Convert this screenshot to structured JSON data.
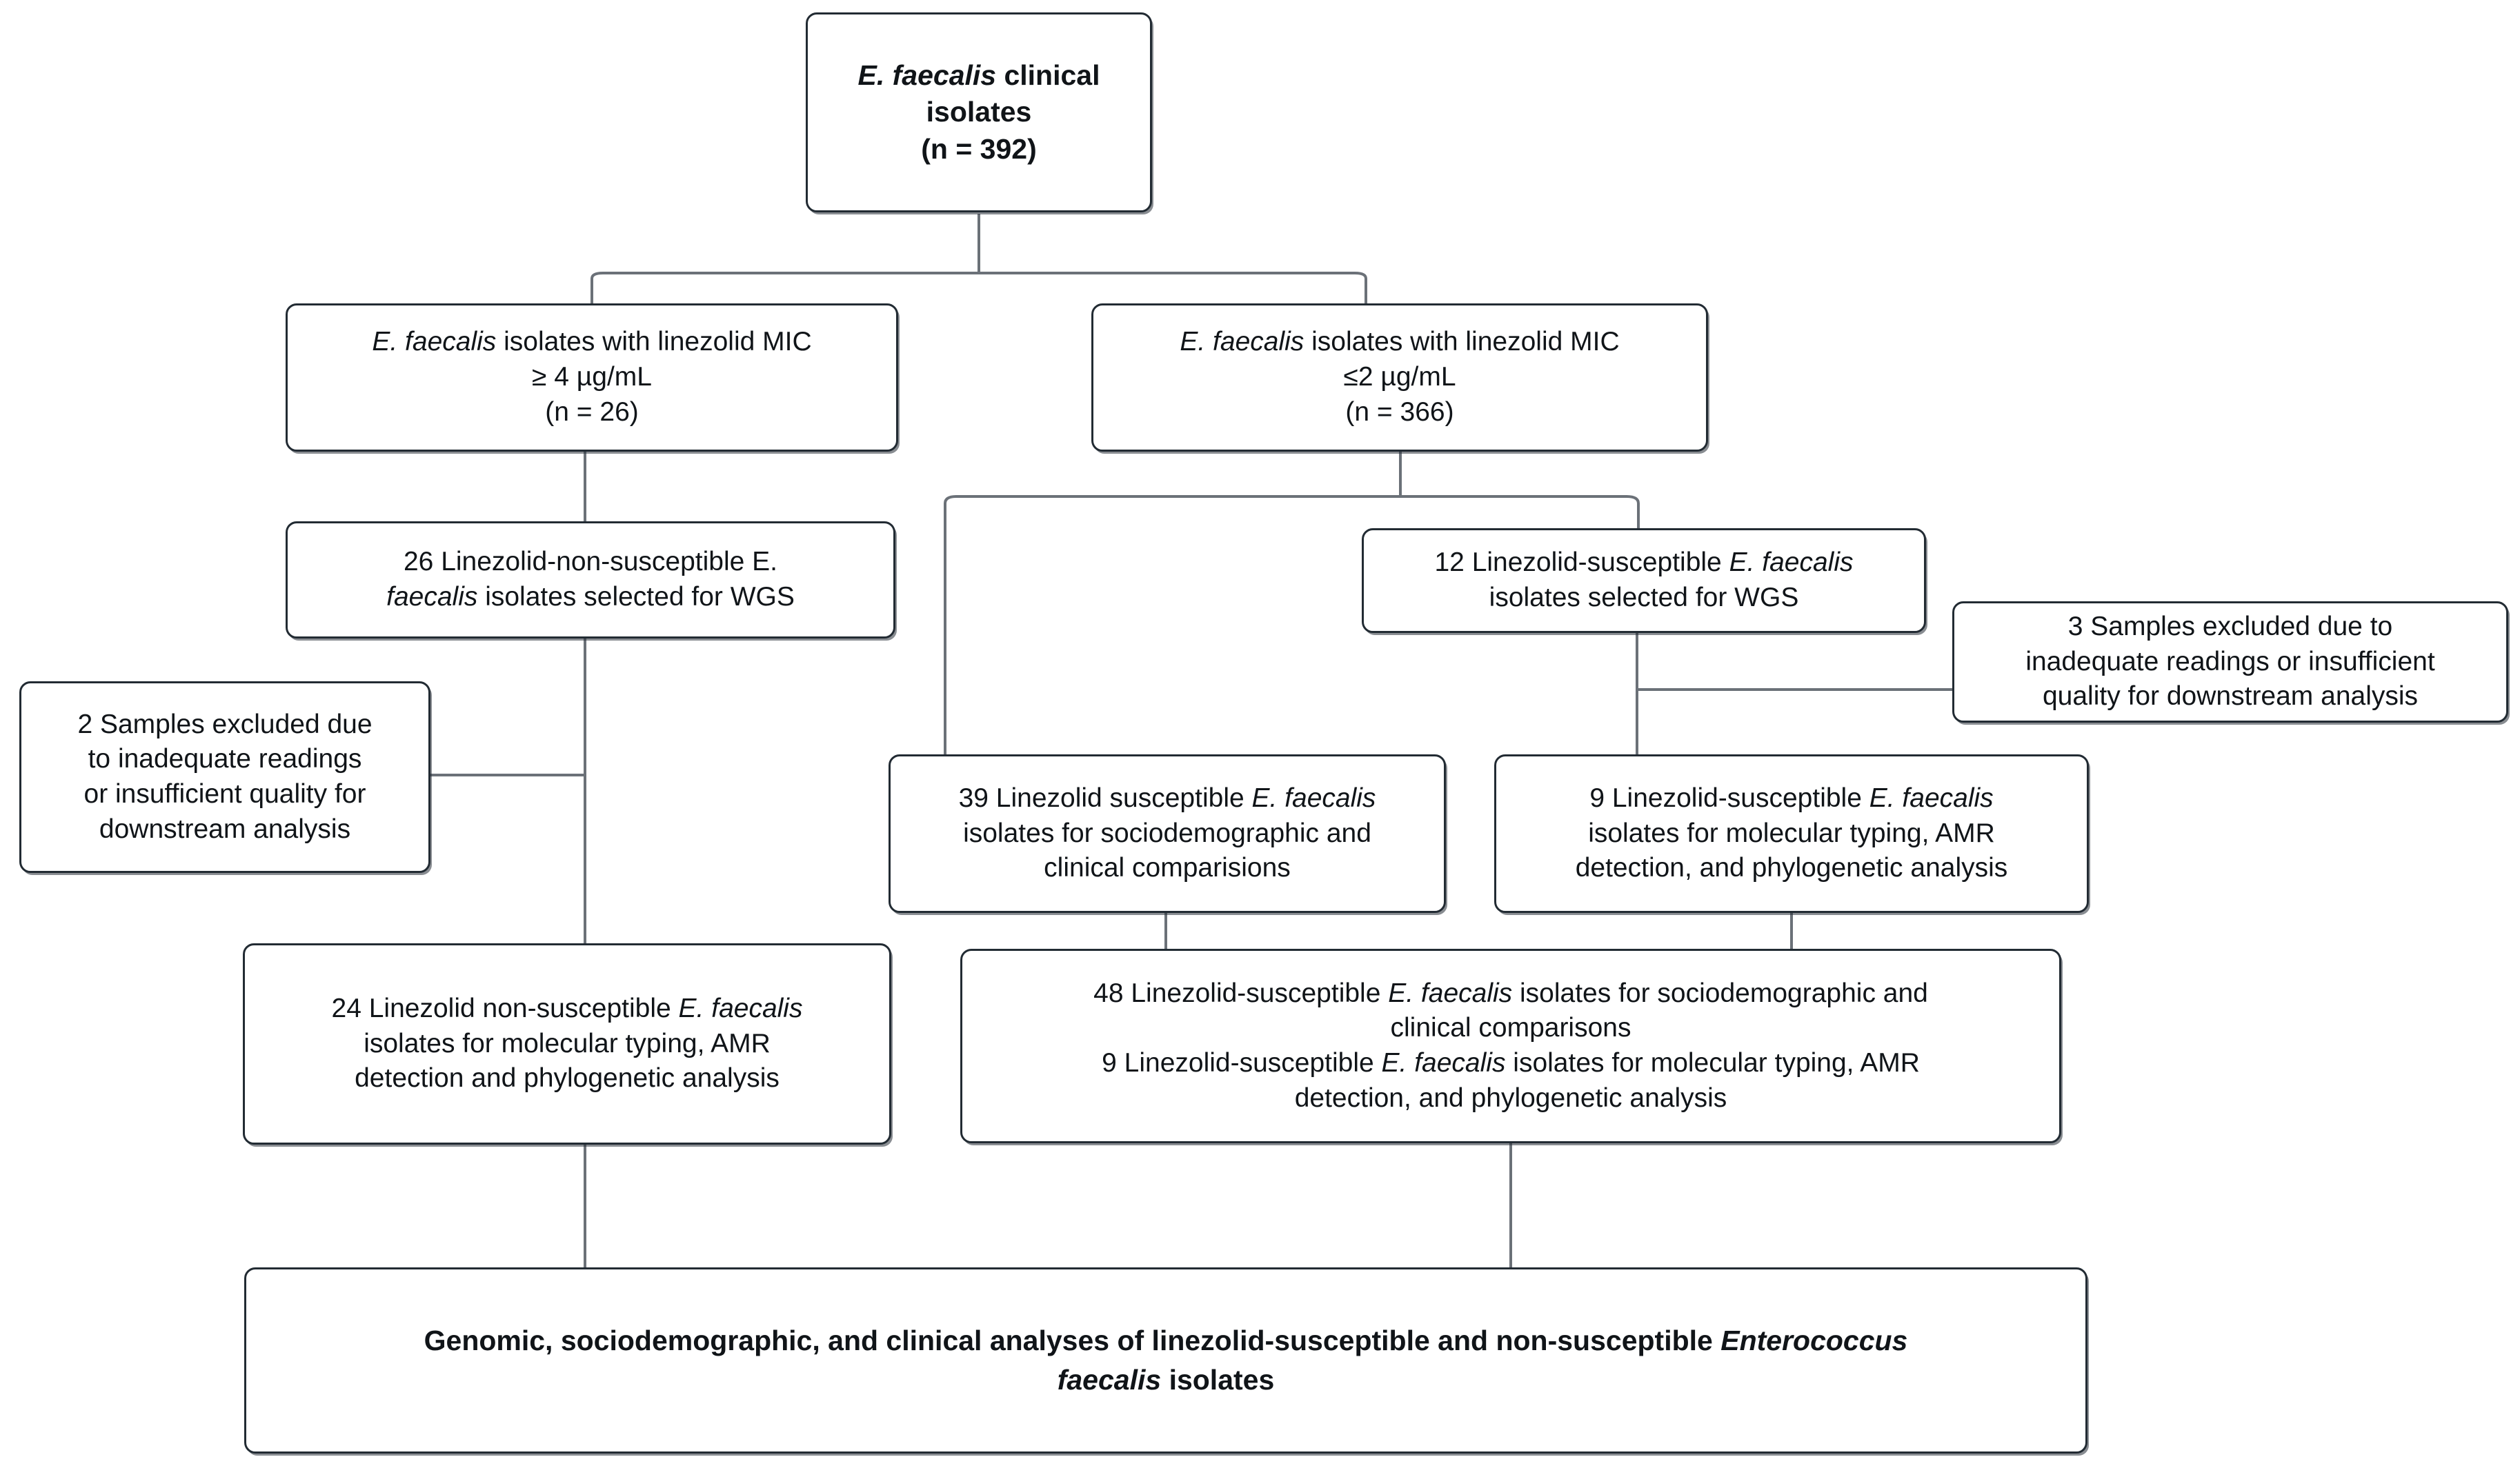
{
  "diagram": {
    "type": "flowchart",
    "title": "E. faecalis linezolid study flow diagram",
    "colors": {
      "background": "#ffffff",
      "box_border": "#222b33",
      "connector": "#6b7178",
      "text": "#101418"
    },
    "nodes": {
      "root": {
        "id": "root",
        "line1": "E. faecalis clinical",
        "line2": "isolates",
        "line3": "(n = 392)",
        "text": "E. faecalis clinical\nisolates\n(n = 392)",
        "count": 392,
        "bold": true
      },
      "mic_high": {
        "id": "mic-high",
        "text": "E. faecalis isolates with linezolid MIC\n≥ 4 µg/mL\n(n = 26)",
        "mic": "≥ 4 µg/mL",
        "count": 26,
        "bold": false
      },
      "mic_low": {
        "id": "mic-low",
        "text": "E. faecalis isolates with linezolid MIC\n≤2 µg/mL\n(n  = 366)",
        "mic": "≤2 µg/mL",
        "count": 366,
        "bold": false
      },
      "wgs_26": {
        "id": "wgs-26",
        "text": "26 Linezolid-non-susceptible E.\nfaecalis isolates selected for WGS",
        "count": 26,
        "bold": false
      },
      "wgs_12": {
        "id": "wgs-12",
        "text": "12 Linezolid-susceptible E. faecalis\nisolates selected for WGS",
        "count": 12,
        "bold": false
      },
      "excluded_2": {
        "id": "excluded-2",
        "text": "2 Samples excluded due\nto inadequate readings\nor  insufficient quality for\ndownstream analysis",
        "count": 2,
        "bold": false
      },
      "excluded_3": {
        "id": "excluded-3",
        "text": "3 Samples excluded due to\ninadequate readings or  insufficient\nquality for downstream analysis",
        "count": 3,
        "bold": false
      },
      "socio_39": {
        "id": "socio-39",
        "text": "39 Linezolid susceptible E. faecalis\nisolates for sociodemographic and\nclinical comparisions",
        "count": 39,
        "bold": false
      },
      "mol_9": {
        "id": "mol-9",
        "text": "9 Linezolid-susceptible E. faecalis\nisolates for molecular typing, AMR\ndetection, and phylogenetic analysis",
        "count": 9,
        "bold": false
      },
      "nonsus_24": {
        "id": "nonsus-24",
        "text": "24 Linezolid non-susceptible E. faecalis\nisolates for molecular typing, AMR\ndetection and phylogenetic analysis",
        "count": 24,
        "bold": false
      },
      "combined_48_9": {
        "id": "combined-48-9",
        "text": "48 Linezolid-susceptible E. faecalis isolates for sociodemographic and\nclinical comparisons\n9 Linezolid-susceptible E. faecalis isolates for molecular typing, AMR\ndetection, and phylogenetic analysis",
        "counts": [
          48,
          9
        ],
        "bold": false
      },
      "conclusion": {
        "id": "conclusion",
        "text": "Genomic, sociodemographic, and clinical analyses of linezolid-susceptible and non-susceptible Enterococcus\nfaecalis isolates",
        "bold": true
      }
    },
    "edges": [
      {
        "from": "root",
        "to": "mic_high",
        "style": "elbow"
      },
      {
        "from": "root",
        "to": "mic_low",
        "style": "elbow"
      },
      {
        "from": "mic_high",
        "to": "wgs_26",
        "style": "straight"
      },
      {
        "from": "mic_low",
        "to": "socio_39",
        "style": "elbow"
      },
      {
        "from": "mic_low",
        "to": "wgs_12",
        "style": "elbow"
      },
      {
        "from": "wgs_26",
        "to": "nonsus_24",
        "style": "straight"
      },
      {
        "from": "excluded_2",
        "to": "wgs_26_trunk",
        "style": "horizontal"
      },
      {
        "from": "wgs_12",
        "to": "mol_9",
        "style": "straight"
      },
      {
        "from": "excluded_3",
        "to": "wgs_12_trunk",
        "style": "horizontal"
      },
      {
        "from": "socio_39",
        "to": "combined_48_9",
        "style": "straight"
      },
      {
        "from": "mol_9",
        "to": "combined_48_9",
        "style": "straight"
      },
      {
        "from": "nonsus_24",
        "to": "conclusion",
        "style": "straight"
      },
      {
        "from": "combined_48_9",
        "to": "conclusion",
        "style": "straight"
      }
    ]
  }
}
